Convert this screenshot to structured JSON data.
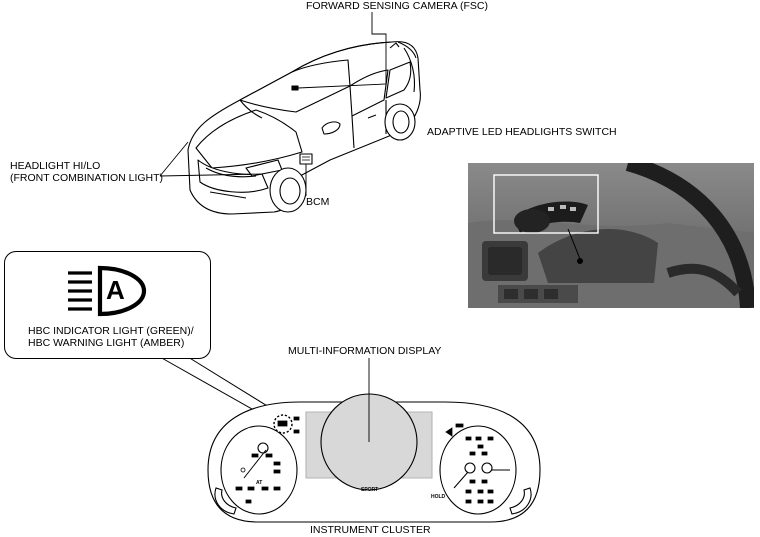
{
  "labels": {
    "fsc": "FORWARD SENSING CAMERA (FSC)",
    "headlight_line1": "HEADLIGHT HI/LO",
    "headlight_line2": "(FRONT COMBINATION LIGHT)",
    "bcm": "BCM",
    "switch": "ADAPTIVE LED HEADLIGHTS SWITCH",
    "hbc_line1": "HBC INDICATOR LIGHT (GREEN)/",
    "hbc_line2": "HBC WARNING LIGHT (AMBER)",
    "mid": "MULTI-INFORMATION DISPLAY",
    "cluster": "INSTRUMENT CLUSTER"
  },
  "icons": {
    "hbc_icon_letter": "A",
    "cluster_sport": "SPORT",
    "cluster_hold": "HOLD",
    "cluster_at": "AT"
  }
}
